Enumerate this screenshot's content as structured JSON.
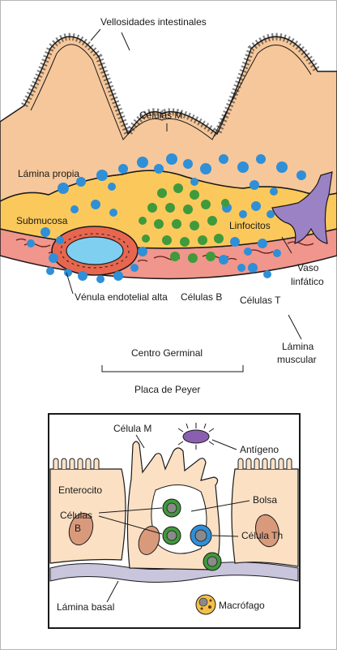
{
  "colors": {
    "tissue": "#f6c79a",
    "tissue_light": "#fbe0c4",
    "submucosa": "#fbc95b",
    "muscle": "#f0968c",
    "lymphocyte_blue": "#2f8fd8",
    "b_cell_green": "#3f9a3c",
    "lymph_vessel": "#9b82c4",
    "venule_wall": "#e8664f",
    "venule_lumen": "#7fd0f0",
    "outline": "#1a1a1a"
  },
  "top_diagram": {
    "villi_label": "Vellosidades intestinales",
    "m_cells_label": "Células M",
    "lamina_propria_label": "Lámina propia",
    "submucosa_label": "Submucosa",
    "lymphocytes_label": "Linfocitos",
    "vessel_label_1": "Vaso",
    "vessel_label_2": "linfático",
    "venule_label": "Vénula endotelial alta",
    "b_cells_label": "Células B",
    "t_cells_label": "Células T",
    "muscle_label_1": "Lámina",
    "muscle_label_2": "muscular",
    "germinal_center_label": "Centro Germinal",
    "peyer_patch_label": "Placa de Peyer"
  },
  "bottom_diagram": {
    "m_cell_label": "Célula M",
    "antigen_label": "Antígeno",
    "enterocyte_label": "Enterocito",
    "b_cells_label_1": "Células",
    "b_cells_label_2": "B",
    "pocket_label": "Bolsa",
    "th_cell_label": "Célula Th",
    "basal_lamina_label": "Lámina basal",
    "macrophage_label": "Macrófago"
  }
}
